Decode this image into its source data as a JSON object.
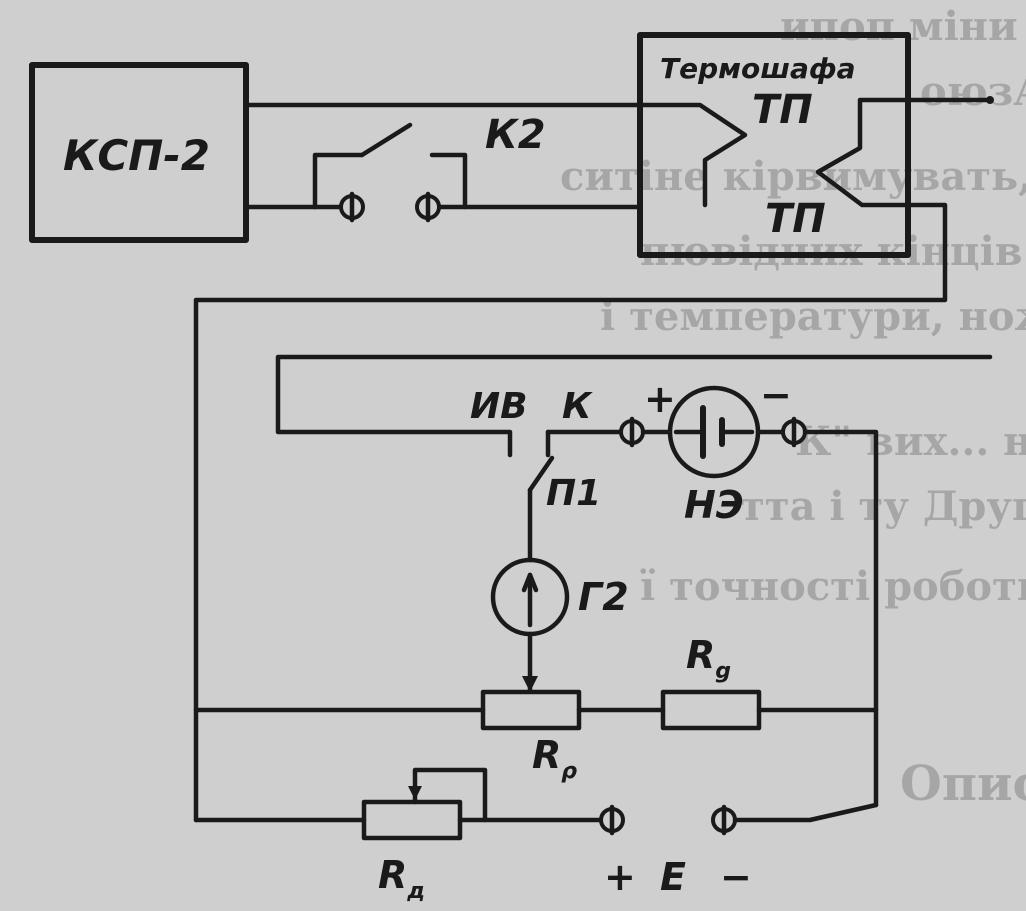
{
  "labels": {
    "ksp": "КСП-2",
    "k2": "К2",
    "thermostat": "Термошафа",
    "tp_top": "ТП",
    "tp_bottom": "ТП",
    "iv": "ИВ",
    "k": "К",
    "plus_ne": "+",
    "minus_ne": "−",
    "ne": "НЭ",
    "p1": "П1",
    "g2": "Г2",
    "rg_main": "R",
    "rg_sub": "g",
    "rp_main": "R",
    "rp_sub": "ρ",
    "rd_main": "R",
    "rd_sub": "д",
    "plus_e": "+",
    "e": "E",
    "minus_e": "−"
  },
  "background_text": [
    "ипоп міни повідомле",
    "оюзА... перевіряють мілівольтмет",
    "ситіне кірвимувать, трудну",
    "пювідних кінців термопари, прив",
    "і температури, ножи перевірені",
    "К\" вих... нової вкладених (",
    "тта і ту Друге пожди",
    "ї точності роботи потенціомет",
    "Опис лабораторного с"
  ]
}
